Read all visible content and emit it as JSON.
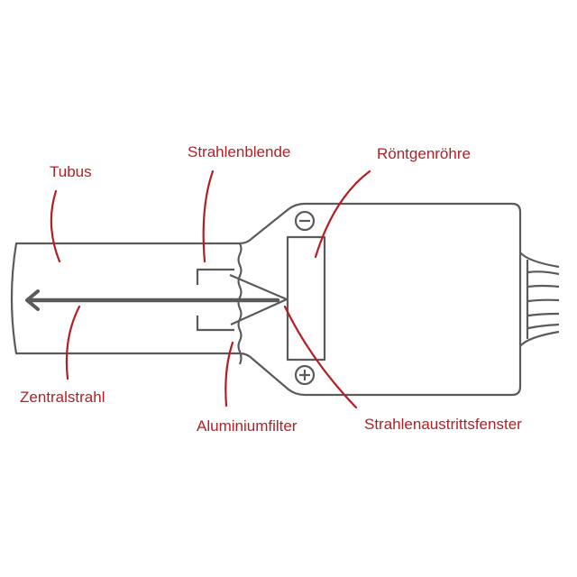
{
  "labels": {
    "tubus": "Tubus",
    "strahlenblende": "Strahlenblende",
    "roentgenroehre": "Röntgenröhre",
    "zentralstrahl": "Zentralstrahl",
    "aluminiumfilter": "Aluminiumfilter",
    "strahlenaustrittsfenster": "Strahlenaustrittsfenster"
  },
  "colors": {
    "label": "#b41e23",
    "outline": "#5a5a5a"
  }
}
